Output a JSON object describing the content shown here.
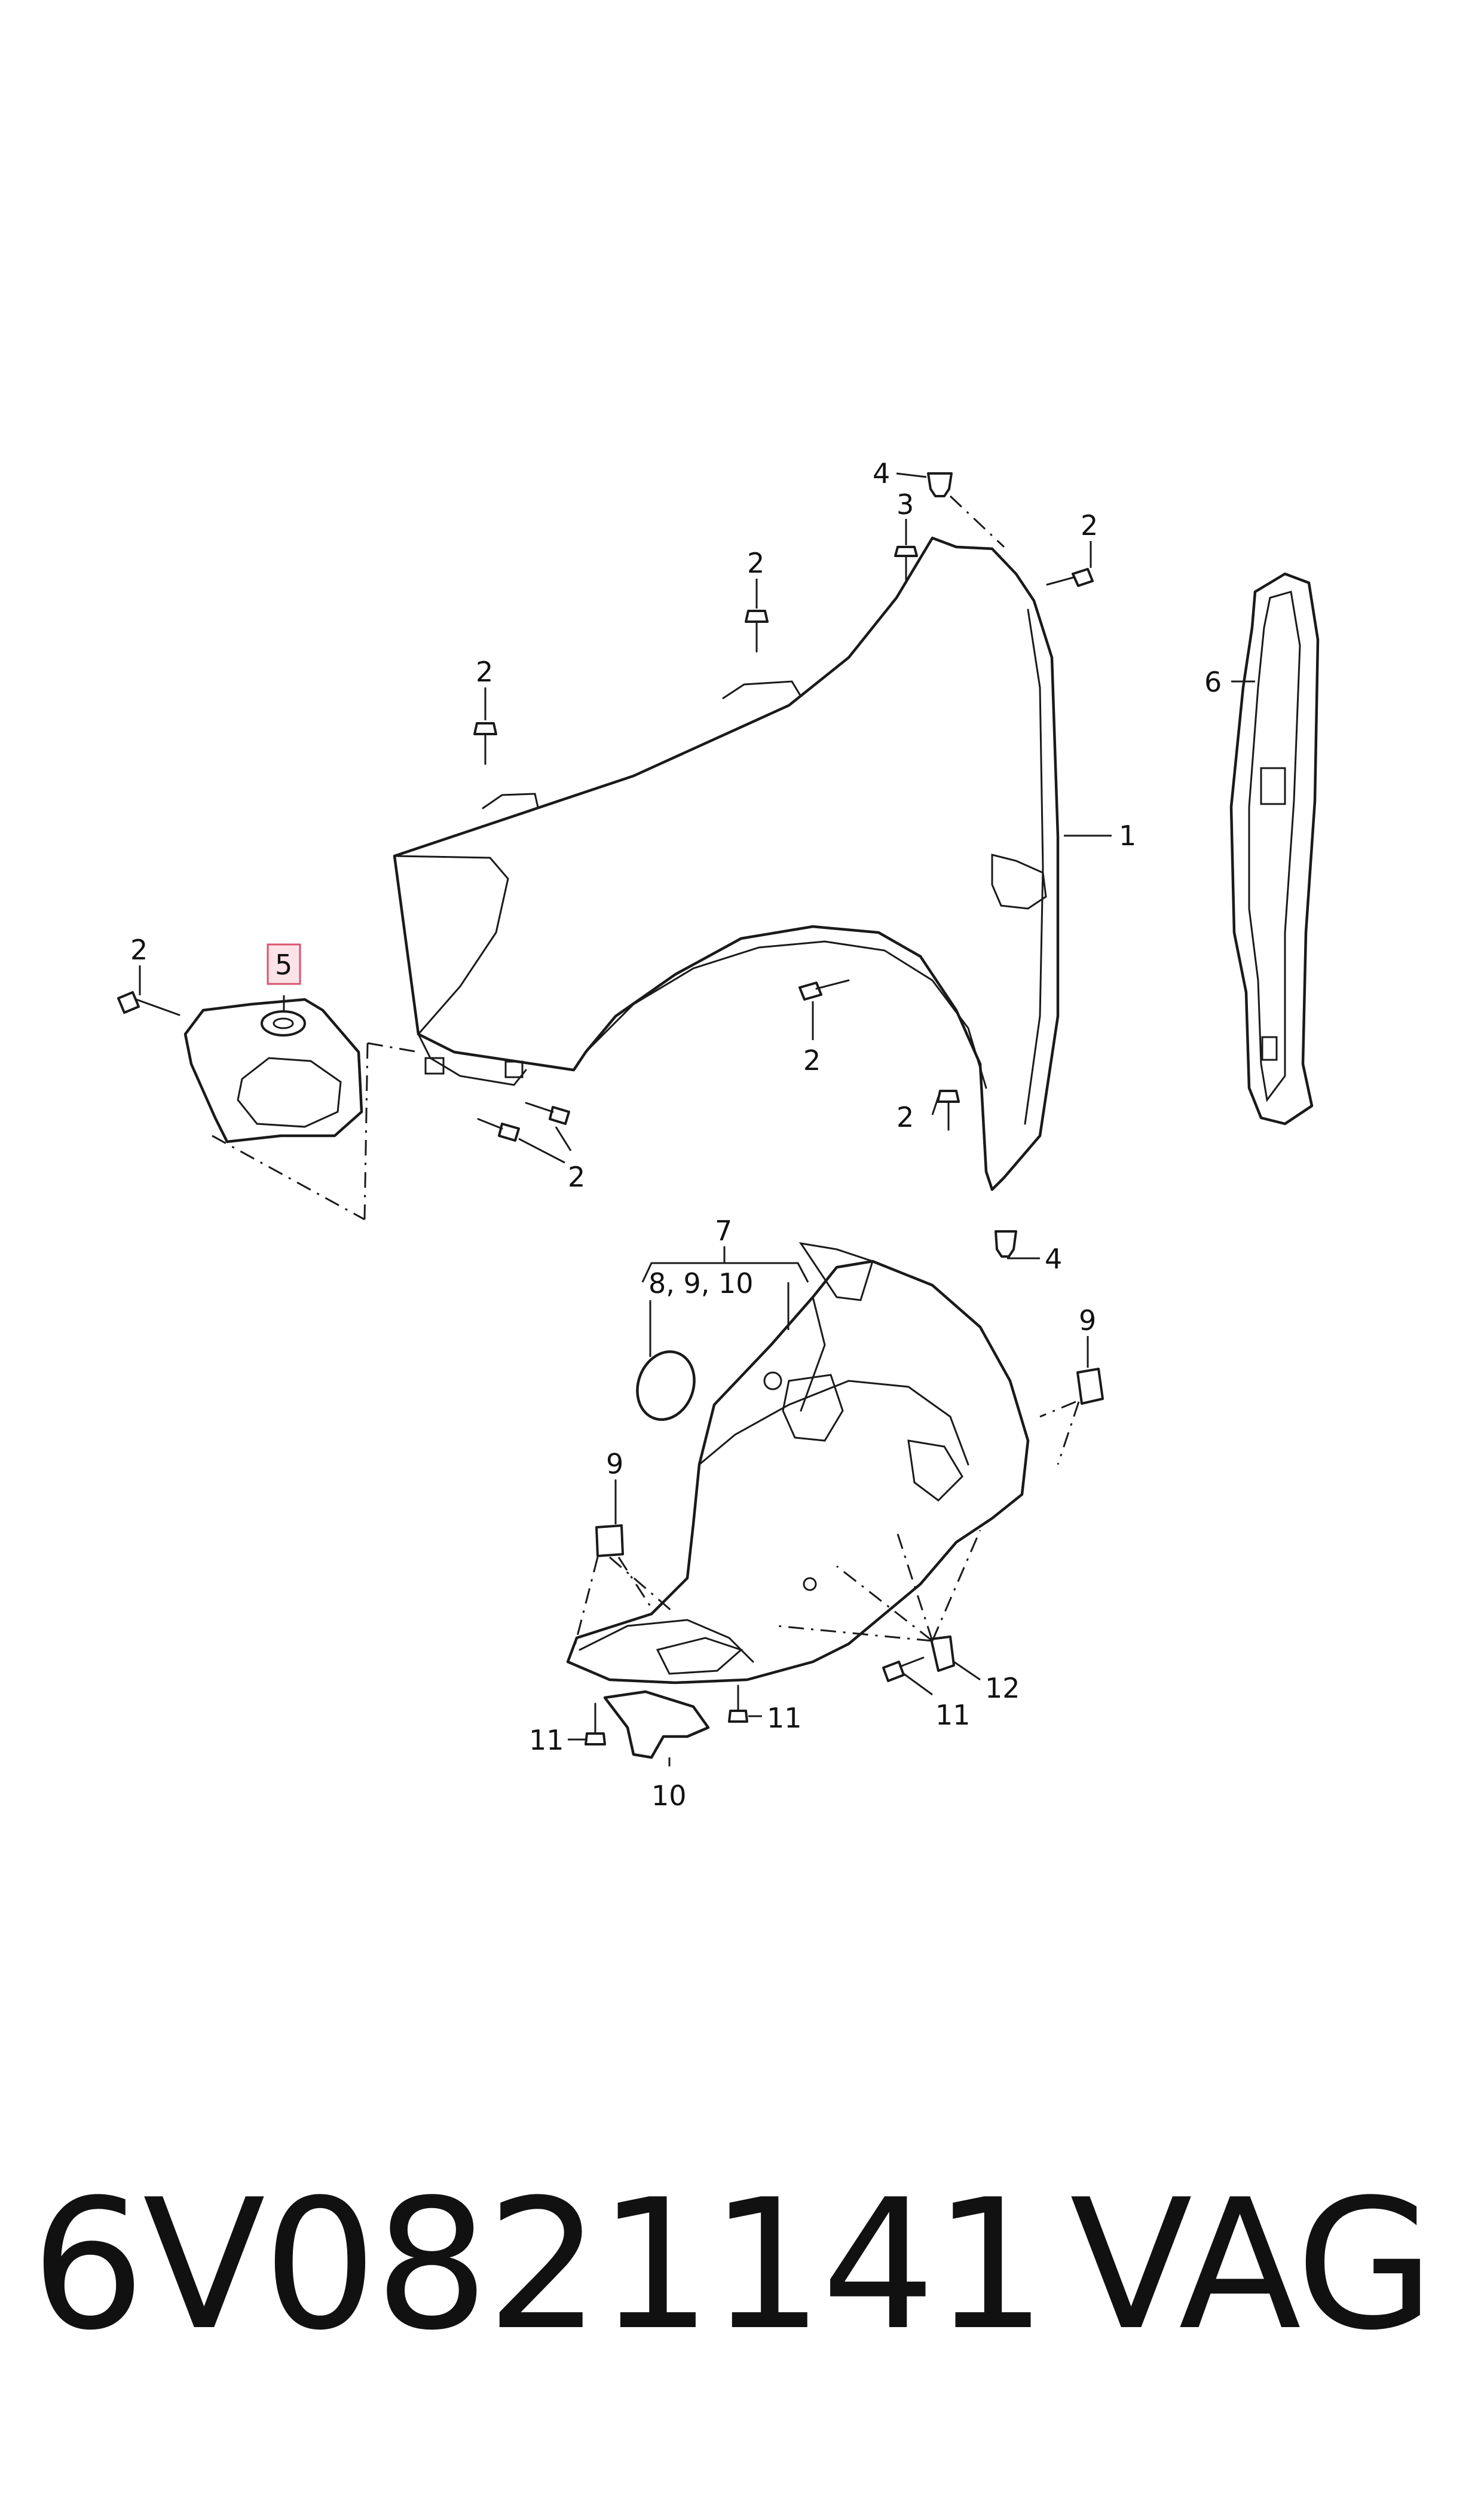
{
  "footer": {
    "part_number": "6V0821141",
    "brand": "VAG"
  },
  "diagram": {
    "highlighted_callout": "5",
    "highlight_color": "#fbe3e8",
    "highlight_border_color": "#d9536f",
    "callouts": {
      "fender": "1",
      "bolt_top_right": "2",
      "bolt_top_mid": "2",
      "bolt_top_left": "2",
      "bolt_bracket": "2",
      "bolt_arch": "2",
      "bolt_rear_low": "2",
      "bolt_front_low": "2",
      "nut_top": "3",
      "clip_top": "4",
      "clip_bottom": "4",
      "bracket": "5",
      "seal": "6",
      "liner": "7",
      "liner_group": "8, 9, 10",
      "clip_right": "9",
      "clip_left": "9",
      "deflector": "10",
      "screw_left": "11",
      "screw_mid": "11",
      "screw_right": "11",
      "expansion_nut": "12"
    }
  }
}
